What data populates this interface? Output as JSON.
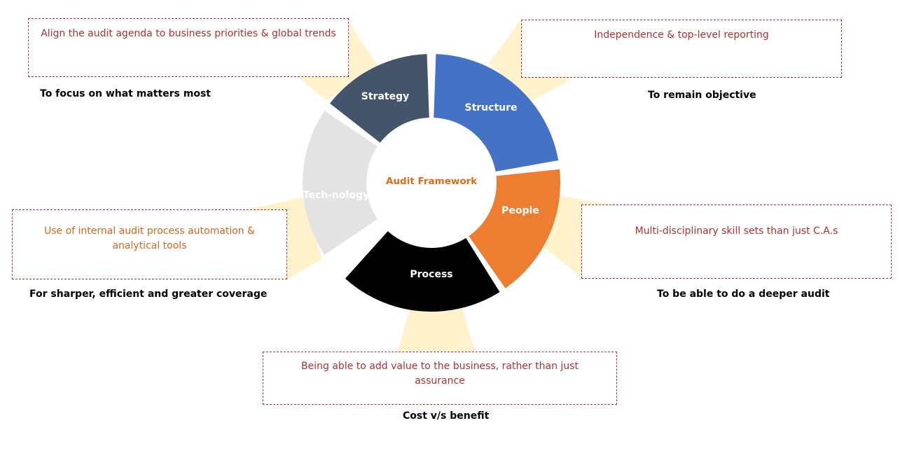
{
  "title": "Audit Framework",
  "segments": [
    {
      "label": "Strategy",
      "color": "#44546a"
    },
    {
      "label": "Structure",
      "color": "#4472c4"
    },
    {
      "label": "People",
      "color": "#ed7d31"
    },
    {
      "label": "Process",
      "color": "#000000"
    },
    {
      "label": "Tech-nology",
      "color": "#e3e3e3"
    }
  ],
  "boxes": {
    "strategy": "Align the audit agenda to business priorities & global trends",
    "structure": "Independence & top-level reporting",
    "people": "Multi-disciplinary skill sets than just C.A.s",
    "process": "Being able to add value to the business, rather than just assurance",
    "technology": "Use of internal audit process automation & analytical tools"
  },
  "notes": {
    "strategy": "To focus on what matters most",
    "structure": "To remain objective",
    "people": "To be able to do a deeper audit",
    "process": "Cost v/s benefit",
    "technology": "For sharper, efficient  and greater coverage"
  },
  "colors": {
    "box_border": "#b03030",
    "box_text": "#a93232",
    "box_text_alt": "#d0681f",
    "connector": "#fff2cc",
    "center_text": "#d86d1a"
  }
}
